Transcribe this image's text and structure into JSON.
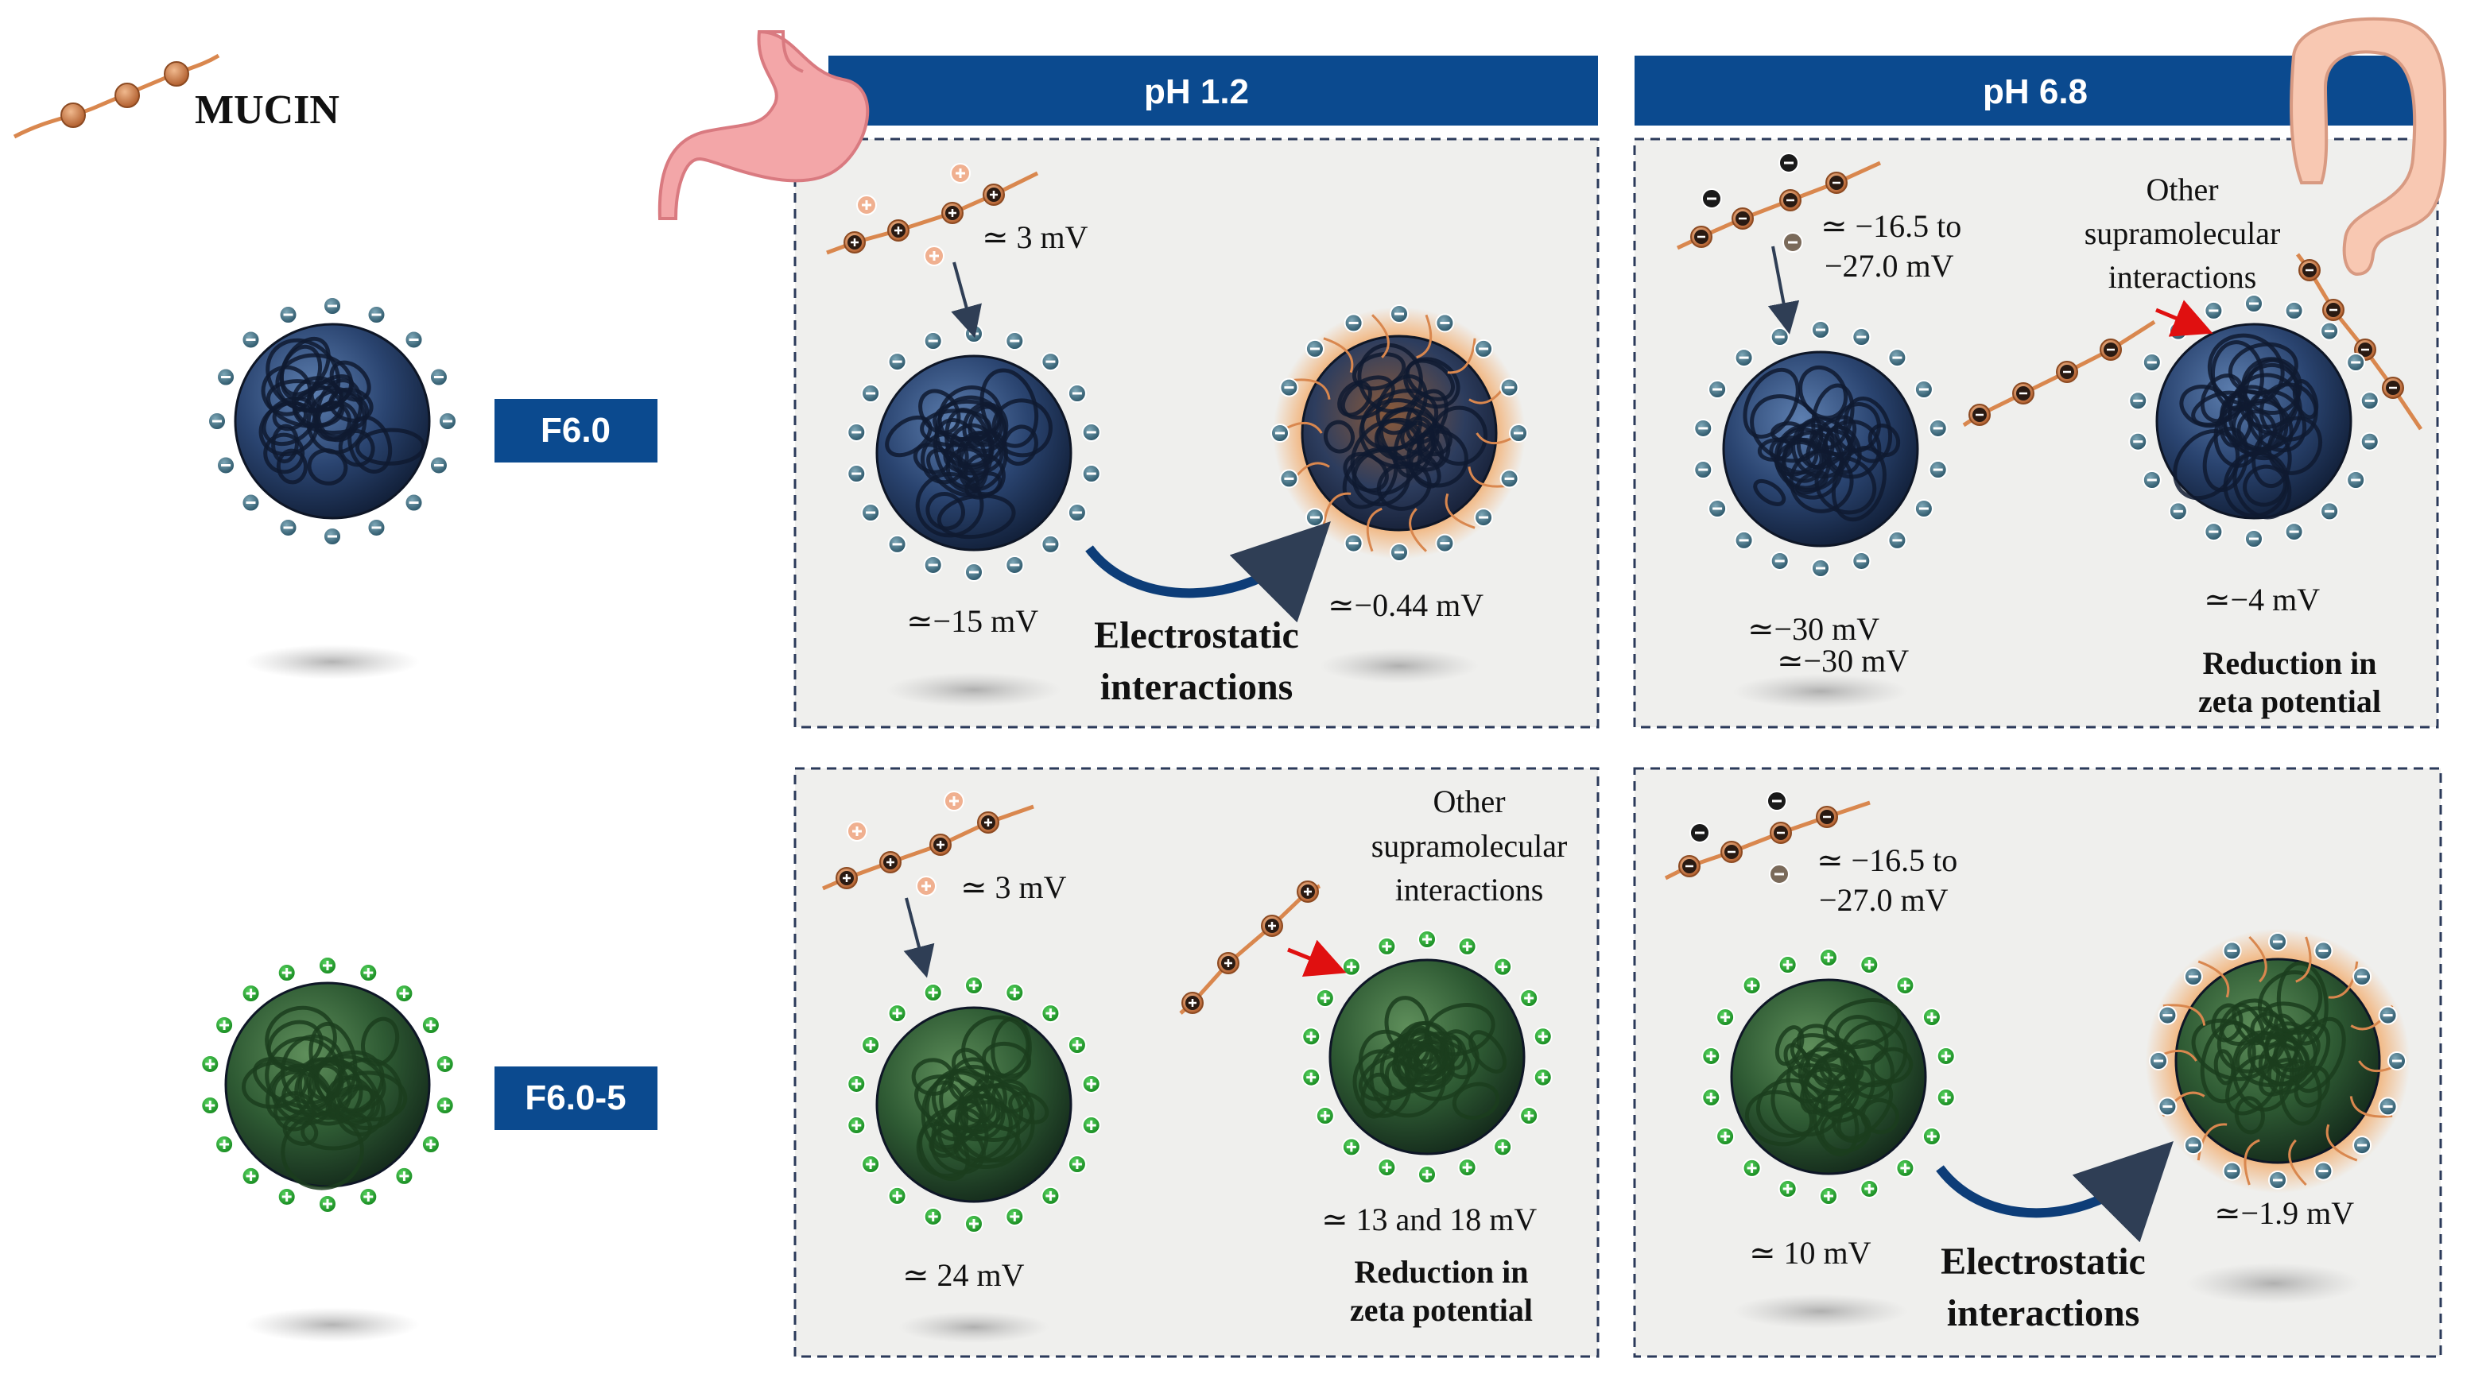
{
  "legend": {
    "mucin_label": "MUCIN"
  },
  "headers": {
    "ph_acid": "pH 1.2",
    "ph_neutral": "pH 6.8"
  },
  "formulations": {
    "f1": "F6.0",
    "f2": "F6.0-5"
  },
  "panels": {
    "acid_f1": {
      "mucin_charge": "≃ 3 mV",
      "particle_before": "≃−15 mV",
      "particle_after": "≃−0.44 mV",
      "interaction_line1": "Electrostatic",
      "interaction_line2": "interactions"
    },
    "neutral_f1": {
      "mucin_charge_line1": "≃ −16.5 to",
      "mucin_charge_line2": "−27.0 mV",
      "other_line1": "Other",
      "other_line2": "supramolecular",
      "other_line3": "interactions",
      "particle_before_1": "≃−30 mV",
      "particle_before_2": "≃−30 mV",
      "particle_after": "≃−4 mV",
      "reduction_line1": "Reduction in",
      "reduction_line2": "zeta potential"
    },
    "acid_f2": {
      "mucin_charge": "≃ 3 mV",
      "other_line1": "Other",
      "other_line2": "supramolecular",
      "other_line3": "interactions",
      "particle_before": "≃ 24 mV",
      "particle_after": "≃ 13 and 18 mV",
      "reduction_line1": "Reduction in",
      "reduction_line2": "zeta potential"
    },
    "neutral_f2": {
      "mucin_charge_line1": "≃ −16.5 to",
      "mucin_charge_line2": "−27.0 mV",
      "particle_before": "≃ 10 mV",
      "particle_after": "≃−1.9 mV",
      "interaction_line1": "Electrostatic",
      "interaction_line2": "interactions"
    }
  },
  "colors": {
    "header_blue": "#0b4a8f",
    "panel_bg": "#efefed",
    "panel_border": "#2b3a5a",
    "blue_particle": "#27406b",
    "green_particle": "#2c5a2c",
    "negative_charge": "#2f5f73",
    "positive_charge": "#1f9a2e",
    "mucin_bead": "#c8743e",
    "arrow_red": "#e01010"
  },
  "icons": [
    "stomach-icon",
    "colon-icon",
    "mucin-chain-icon",
    "negative-charge-icon",
    "positive-charge-icon"
  ]
}
